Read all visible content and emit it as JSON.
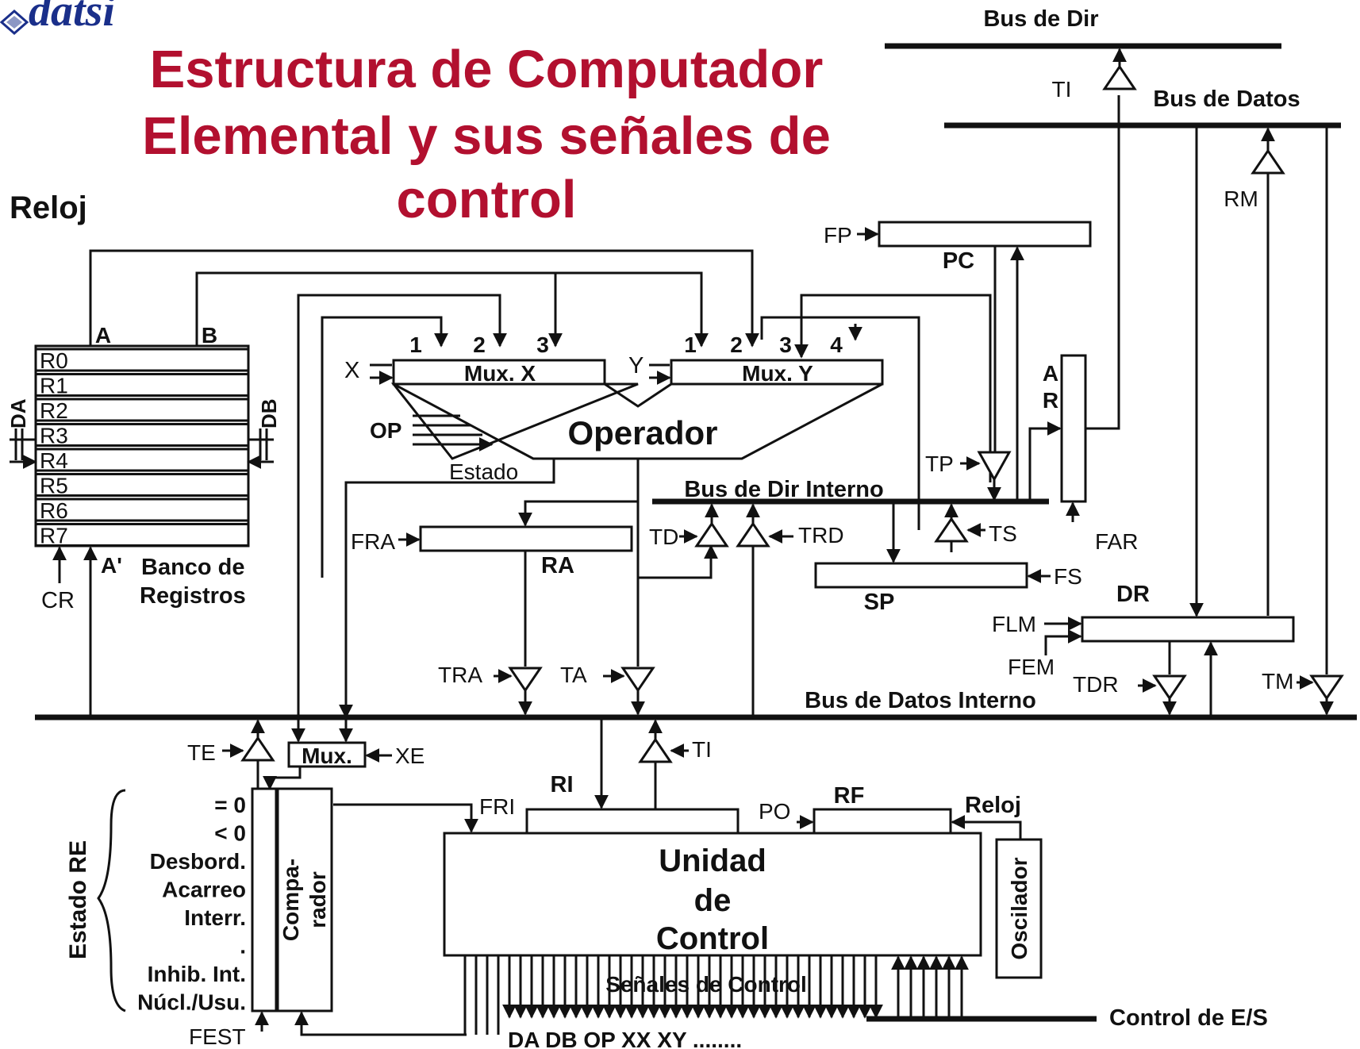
{
  "logo": "datsi",
  "title": {
    "line1": "Estructura de Computador",
    "line2": "Elemental y sus señales de",
    "line3": "control"
  },
  "clock_label": "Reloj",
  "buses": {
    "bus_dir": "Bus de Dir",
    "bus_datos": "Bus de Datos",
    "bus_dir_interno": "Bus de Dir Interno",
    "bus_datos_interno": "Bus de Datos Interno",
    "control_es": "Control de E/S"
  },
  "register_bank": {
    "registers": [
      "R0",
      "R1",
      "R2",
      "R3",
      "R4",
      "R5",
      "R6",
      "R7"
    ],
    "port_a": "A",
    "port_b": "B",
    "port_a_prime": "A'",
    "label_line1": "Banco de",
    "label_line2": "Registros",
    "da": "DA",
    "db": "DB",
    "cr": "CR"
  },
  "mux_x": {
    "label": "Mux. X",
    "inputs": [
      "1",
      "2",
      "3"
    ],
    "select": "X"
  },
  "mux_y": {
    "label": "Mux. Y",
    "inputs": [
      "1",
      "2",
      "3",
      "4"
    ],
    "select": "Y"
  },
  "operator": {
    "label": "Operador",
    "op": "OP",
    "estado": "Estado"
  },
  "registers": {
    "ra": "RA",
    "fra": "FRA",
    "pc": "PC",
    "fp": "FP",
    "sp": "SP",
    "fs": "FS",
    "ar_a": "A",
    "ar_r": "R",
    "far": "FAR",
    "dr": "DR",
    "flm": "FLM",
    "fem": "FEM",
    "ri": "RI",
    "fri": "FRI",
    "rf": "RF",
    "po": "PO"
  },
  "tristates": {
    "ti_top": "TI",
    "rm": "RM",
    "tp": "TP",
    "td": "TD",
    "trd": "TRD",
    "ts": "TS",
    "tra": "TRA",
    "ta": "TA",
    "tdr": "TDR",
    "tm": "TM",
    "te": "TE",
    "ti": "TI"
  },
  "mux_small": {
    "label": "Mux.",
    "select": "XE"
  },
  "comparator": {
    "line1": "Compa-",
    "line2": "rador"
  },
  "estado_re": {
    "label": "Estado RE",
    "items": [
      "= 0",
      "< 0",
      "Desbord.",
      "Acarreo",
      "Interr.",
      ".",
      "Inhib. Int.",
      "Núcl./Usu."
    ],
    "fest": "FEST"
  },
  "control_unit": {
    "line1": "Unidad",
    "line2": "de",
    "line3": "Control",
    "signals": "Señales de Control",
    "signal_names": "DA  DB  OP  XX  XY ........",
    "reloj": "Reloj",
    "oscilador": "Oscilador"
  }
}
